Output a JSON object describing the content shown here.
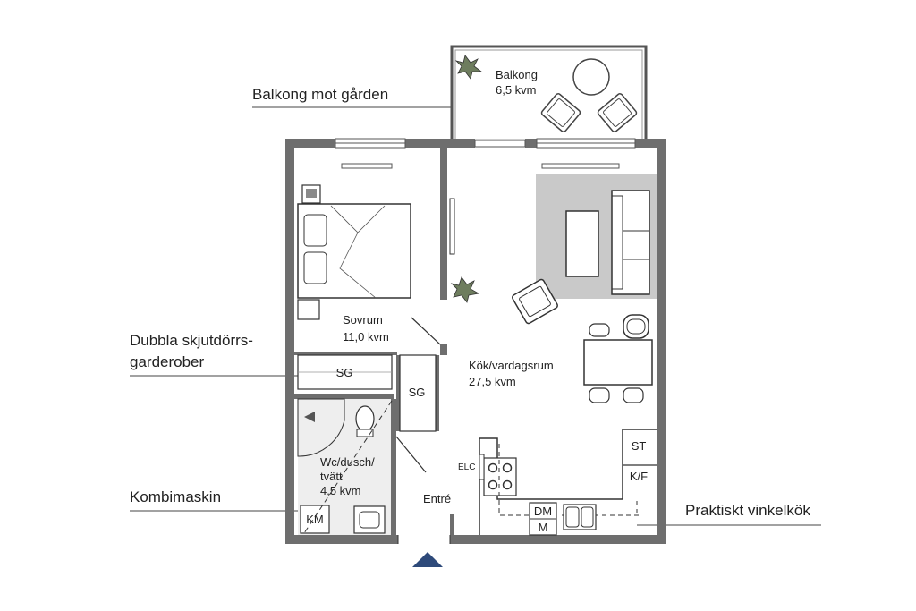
{
  "callouts": {
    "balcony": "Balkong mot gården",
    "wardrobes_line1": "Dubbla skjutdörrs-",
    "wardrobes_line2": "garderober",
    "washer": "Kombimaskin",
    "kitchen": "Praktiskt vinkelkök"
  },
  "rooms": {
    "balcony_name": "Balkong",
    "balcony_area": "6,5 kvm",
    "bedroom_name": "Sovrum",
    "bedroom_area": "11,0 kvm",
    "living_name": "Kök/vardagsrum",
    "living_area": "27,5 kvm",
    "bath_line1": "Wc/dusch/",
    "bath_line2": "tvätt",
    "bath_area": "4,5 kvm",
    "entry": "Entré"
  },
  "fixtures": {
    "sg1": "SG",
    "sg2": "SG",
    "elc": "ELC",
    "st": "ST",
    "kf": "K/F",
    "dm": "DM",
    "m": "M",
    "km": "KM"
  },
  "colors": {
    "wall": "#6e6e6e",
    "rug": "#c9c9c9",
    "line": "#333333",
    "entrance_arrow": "#2e4a7a",
    "bath_floor": "#eeeeee"
  }
}
